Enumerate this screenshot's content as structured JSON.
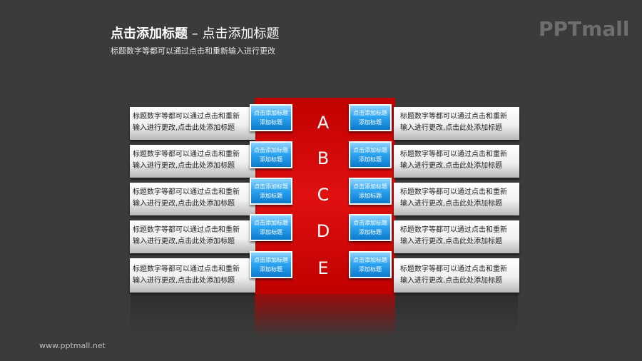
{
  "header": {
    "title_main": "点击添加标题",
    "title_sep": " – ",
    "title_sub": "点击添加标题",
    "subtitle": "标题数字等都可以通过点击和重新输入进行更改"
  },
  "brand": {
    "logo_text": "PPTmall",
    "website": "www.pptmall.net"
  },
  "colors": {
    "background": "#3b3b3b",
    "accent_red": "#d60000",
    "tag_blue": "#2fa6f2"
  },
  "rows": [
    {
      "letter": "A",
      "left_tag": [
        "点击添加标题",
        "添加标题"
      ],
      "right_tag": [
        "点击添加标题",
        "添加标题"
      ],
      "left_text": [
        "标题数字等都可以通过点击和重新",
        "输入进行更改,点击此处添加标题"
      ],
      "right_text": [
        "标题数字等都可以通过点击和重新",
        "输入进行更改,点击此处添加标题"
      ]
    },
    {
      "letter": "B",
      "left_tag": [
        "点击添加标题",
        "添加标题"
      ],
      "right_tag": [
        "点击添加标题",
        "添加标题"
      ],
      "left_text": [
        "标题数字等都可以通过点击和重新",
        "输入进行更改,点击此处添加标题"
      ],
      "right_text": [
        "标题数字等都可以通过点击和重新",
        "输入进行更改,点击此处添加标题"
      ]
    },
    {
      "letter": "C",
      "left_tag": [
        "点击添加标题",
        "添加标题"
      ],
      "right_tag": [
        "点击添加标题",
        "添加标题"
      ],
      "left_text": [
        "标题数字等都可以通过点击和重新",
        "输入进行更改,点击此处添加标题"
      ],
      "right_text": [
        "标题数字等都可以通过点击和重新",
        "输入进行更改,点击此处添加标题"
      ]
    },
    {
      "letter": "D",
      "left_tag": [
        "点击添加标题",
        "添加标题"
      ],
      "right_tag": [
        "点击添加标题",
        "添加标题"
      ],
      "left_text": [
        "标题数字等都可以通过点击和重新",
        "输入进行更改,点击此处添加标题"
      ],
      "right_text": [
        "标题数字等都可以通过点击和重新",
        "输入进行更改,点击此处添加标题"
      ]
    },
    {
      "letter": "E",
      "left_tag": [
        "点击添加标题",
        "添加标题"
      ],
      "right_tag": [
        "点击添加标题",
        "添加标题"
      ],
      "left_text": [
        "标题数字等都可以通过点击和重新",
        "输入进行更改,点击此处添加标题"
      ],
      "right_text": [
        "标题数字等都可以通过点击和重新",
        "输入进行更改,点击此处添加标题"
      ]
    }
  ]
}
